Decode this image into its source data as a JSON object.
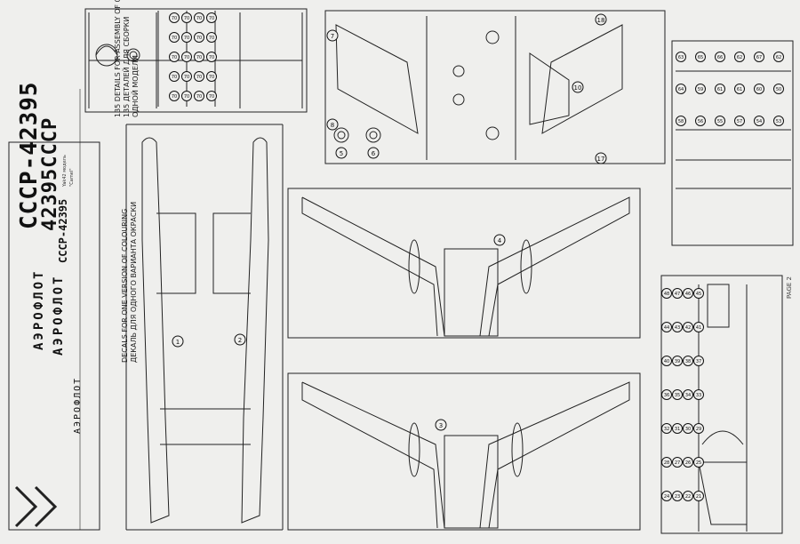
{
  "assembly_note": {
    "en": "135 DETAILS FOR ASSEMBLY OF ONE MODEL",
    "ru_line1": "135 ДЕТАЛЕЙ ДЛЯ СБОРКИ",
    "ru_line2": "ОДНОЙ МОДЕЛИ"
  },
  "colouring_note": {
    "en": "DECALS FOR ONE VERSION OF COLOURING",
    "ru": "ДЕКАЛЬ ДЛЯ ОДНОГО ВАРИАНТА ОКРАСКИ"
  },
  "page_label": "PAGE 2",
  "decals": {
    "reg1": "СССР-42395",
    "reg2": "42395СССР",
    "reg3": "СССР-42395",
    "airline1": "АЭРОФЛОТ",
    "airline2": "АЭРОФЛОТ",
    "airline3": "АЭРОФЛОТ",
    "small_label1": "Yak42 модель",
    "small_label2": "\"Camel\""
  },
  "part_numbers": {
    "fuselage_left": "1",
    "fuselage_right": "2",
    "wing_upper": "4",
    "wing_lower": "3",
    "stab_a": "7",
    "stab_b": "8",
    "stab_c": "17",
    "stab_d": "18",
    "engine_center": "10",
    "p5": "5",
    "p6": "6"
  },
  "sprue_a_numbers": [
    "70",
    "70",
    "70",
    "70",
    "70",
    "70",
    "70",
    "70",
    "70",
    "70",
    "70",
    "70",
    "70",
    "70",
    "70",
    "70",
    "70",
    "70",
    "70",
    "70"
  ],
  "sprue_c_numbers": [
    "63",
    "65",
    "66",
    "62",
    "67",
    "62",
    "64",
    "59",
    "61",
    "61",
    "60",
    "50",
    "58",
    "56",
    "55",
    "57",
    "54",
    "53"
  ],
  "sprue_d_numbers": [
    "48",
    "47",
    "46",
    "45",
    "44",
    "43",
    "42",
    "41",
    "40",
    "39",
    "38",
    "37",
    "36",
    "35",
    "34",
    "33",
    "32",
    "31",
    "30",
    "29",
    "28",
    "27",
    "26",
    "25",
    "24",
    "23",
    "22",
    "21"
  ]
}
